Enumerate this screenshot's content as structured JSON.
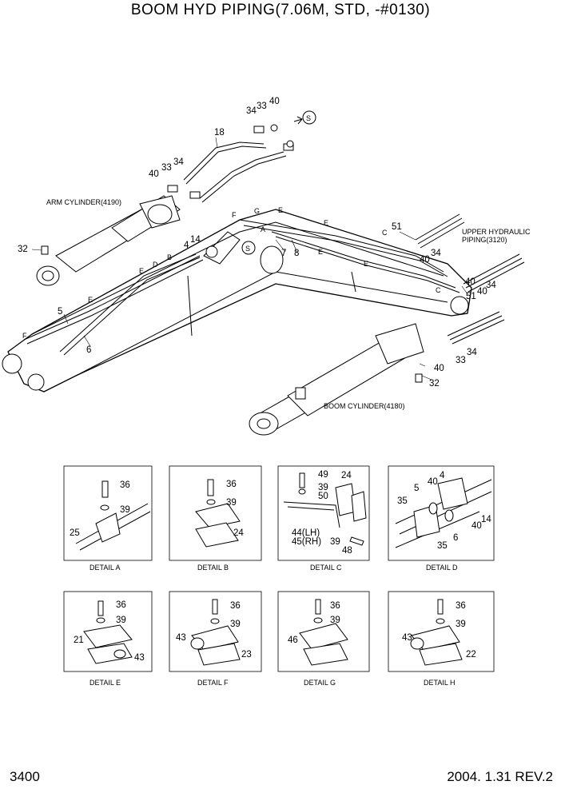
{
  "title": "BOOM HYD PIPING(7.06M, STD, -#0130)",
  "page_number": "3400",
  "revision": "2004. 1.31 REV.2",
  "main": {
    "arm_cylinder": "ARM CYLINDER(4190)",
    "boom_cylinder": "BOOM CYLINDER(4180)",
    "upper_piping_line1": "UPPER HYDRAULIC",
    "upper_piping_line2": "PIPING(3120)",
    "s_marker": "S",
    "callouts": [
      "34",
      "33",
      "40",
      "18",
      "40",
      "33",
      "34",
      "32",
      "14",
      "4",
      "5",
      "6",
      "7",
      "8",
      "51",
      "34",
      "40",
      "51",
      "34",
      "40",
      "40",
      "33",
      "34",
      "40",
      "32"
    ],
    "detail_letters": [
      "A",
      "B",
      "C",
      "D",
      "E",
      "F",
      "G",
      "E",
      "E",
      "E",
      "C",
      "C",
      "E"
    ]
  },
  "details": [
    {
      "caption": "DETAIL  A",
      "labels": [
        "36",
        "39",
        "25"
      ]
    },
    {
      "caption": "DETAIL  B",
      "labels": [
        "36",
        "39",
        "24"
      ]
    },
    {
      "caption": "DETAIL  C",
      "labels": [
        "49",
        "39",
        "50",
        "24",
        "44(LH)",
        "45(RH)",
        "39",
        "48"
      ]
    },
    {
      "caption": "DETAIL  D",
      "labels": [
        "4",
        "5",
        "40",
        "35",
        "40",
        "14",
        "6",
        "35"
      ]
    },
    {
      "caption": "DETAIL  E",
      "labels": [
        "36",
        "39",
        "21",
        "43"
      ]
    },
    {
      "caption": "DETAIL  F",
      "labels": [
        "36",
        "39",
        "43",
        "23"
      ]
    },
    {
      "caption": "DETAIL  G",
      "labels": [
        "36",
        "39",
        "46"
      ]
    },
    {
      "caption": "DETAIL  H",
      "labels": [
        "36",
        "39",
        "43",
        "22"
      ]
    }
  ]
}
